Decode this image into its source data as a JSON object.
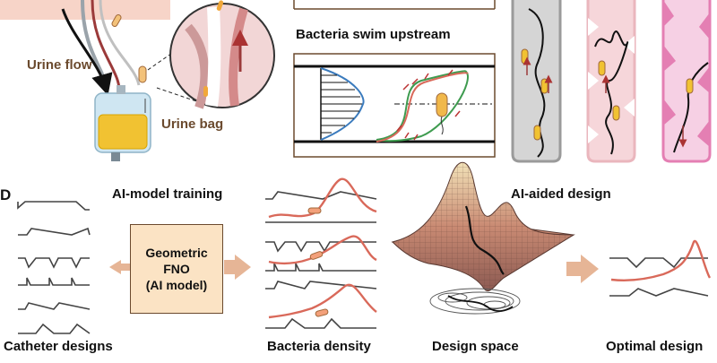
{
  "top": {
    "urine_flow": "Urine flow",
    "urine_bag": "Urine bag",
    "swim_title": "Bacteria swim upstream"
  },
  "bottom": {
    "panel_letter": "D",
    "ai_training": "AI-model training",
    "ai_aided": "AI-aided design",
    "model_box": "Geometric\nFNO\n(AI model)",
    "captions": {
      "catheter_designs": "Catheter designs",
      "bacteria_density": "Bacteria density",
      "design_space": "Design space",
      "optimal_design": "Optimal design"
    }
  },
  "colors": {
    "accent_red": "#d9695a",
    "arrow_tan": "#e6b596",
    "tube_brown": "#9b3a3a",
    "box_fill": "#fbe3c4",
    "pink_panel": "#f6d6da",
    "magenta_panel": "#e47fb3",
    "grey_panel": "#d5d5d5",
    "urine_yellow": "#f1c232",
    "bag_blue": "#cfe6f2"
  },
  "icons": [
    "urine-bag-icon",
    "catheter-tube-icon",
    "bacterium-icon",
    "flow-arrow-icon",
    "surface-plot-icon"
  ]
}
